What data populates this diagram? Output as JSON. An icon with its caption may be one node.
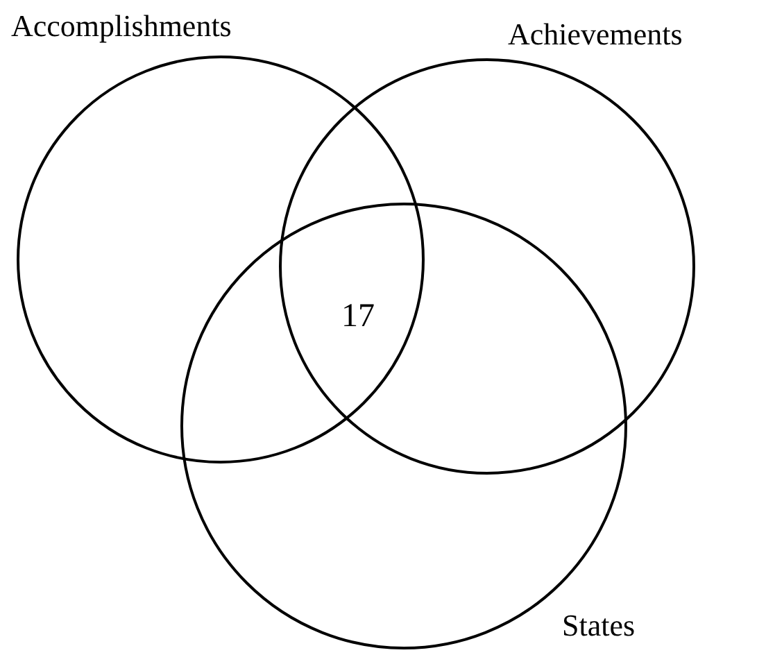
{
  "diagram": {
    "nodes": [
      {
        "text": [
          "Accomplishments"
        ]
      },
      {
        "text": [
          "Achievements"
        ]
      },
      {
        "text": [
          "States"
        ]
      }
    ],
    "labels": [
      "17"
    ]
  }
}
